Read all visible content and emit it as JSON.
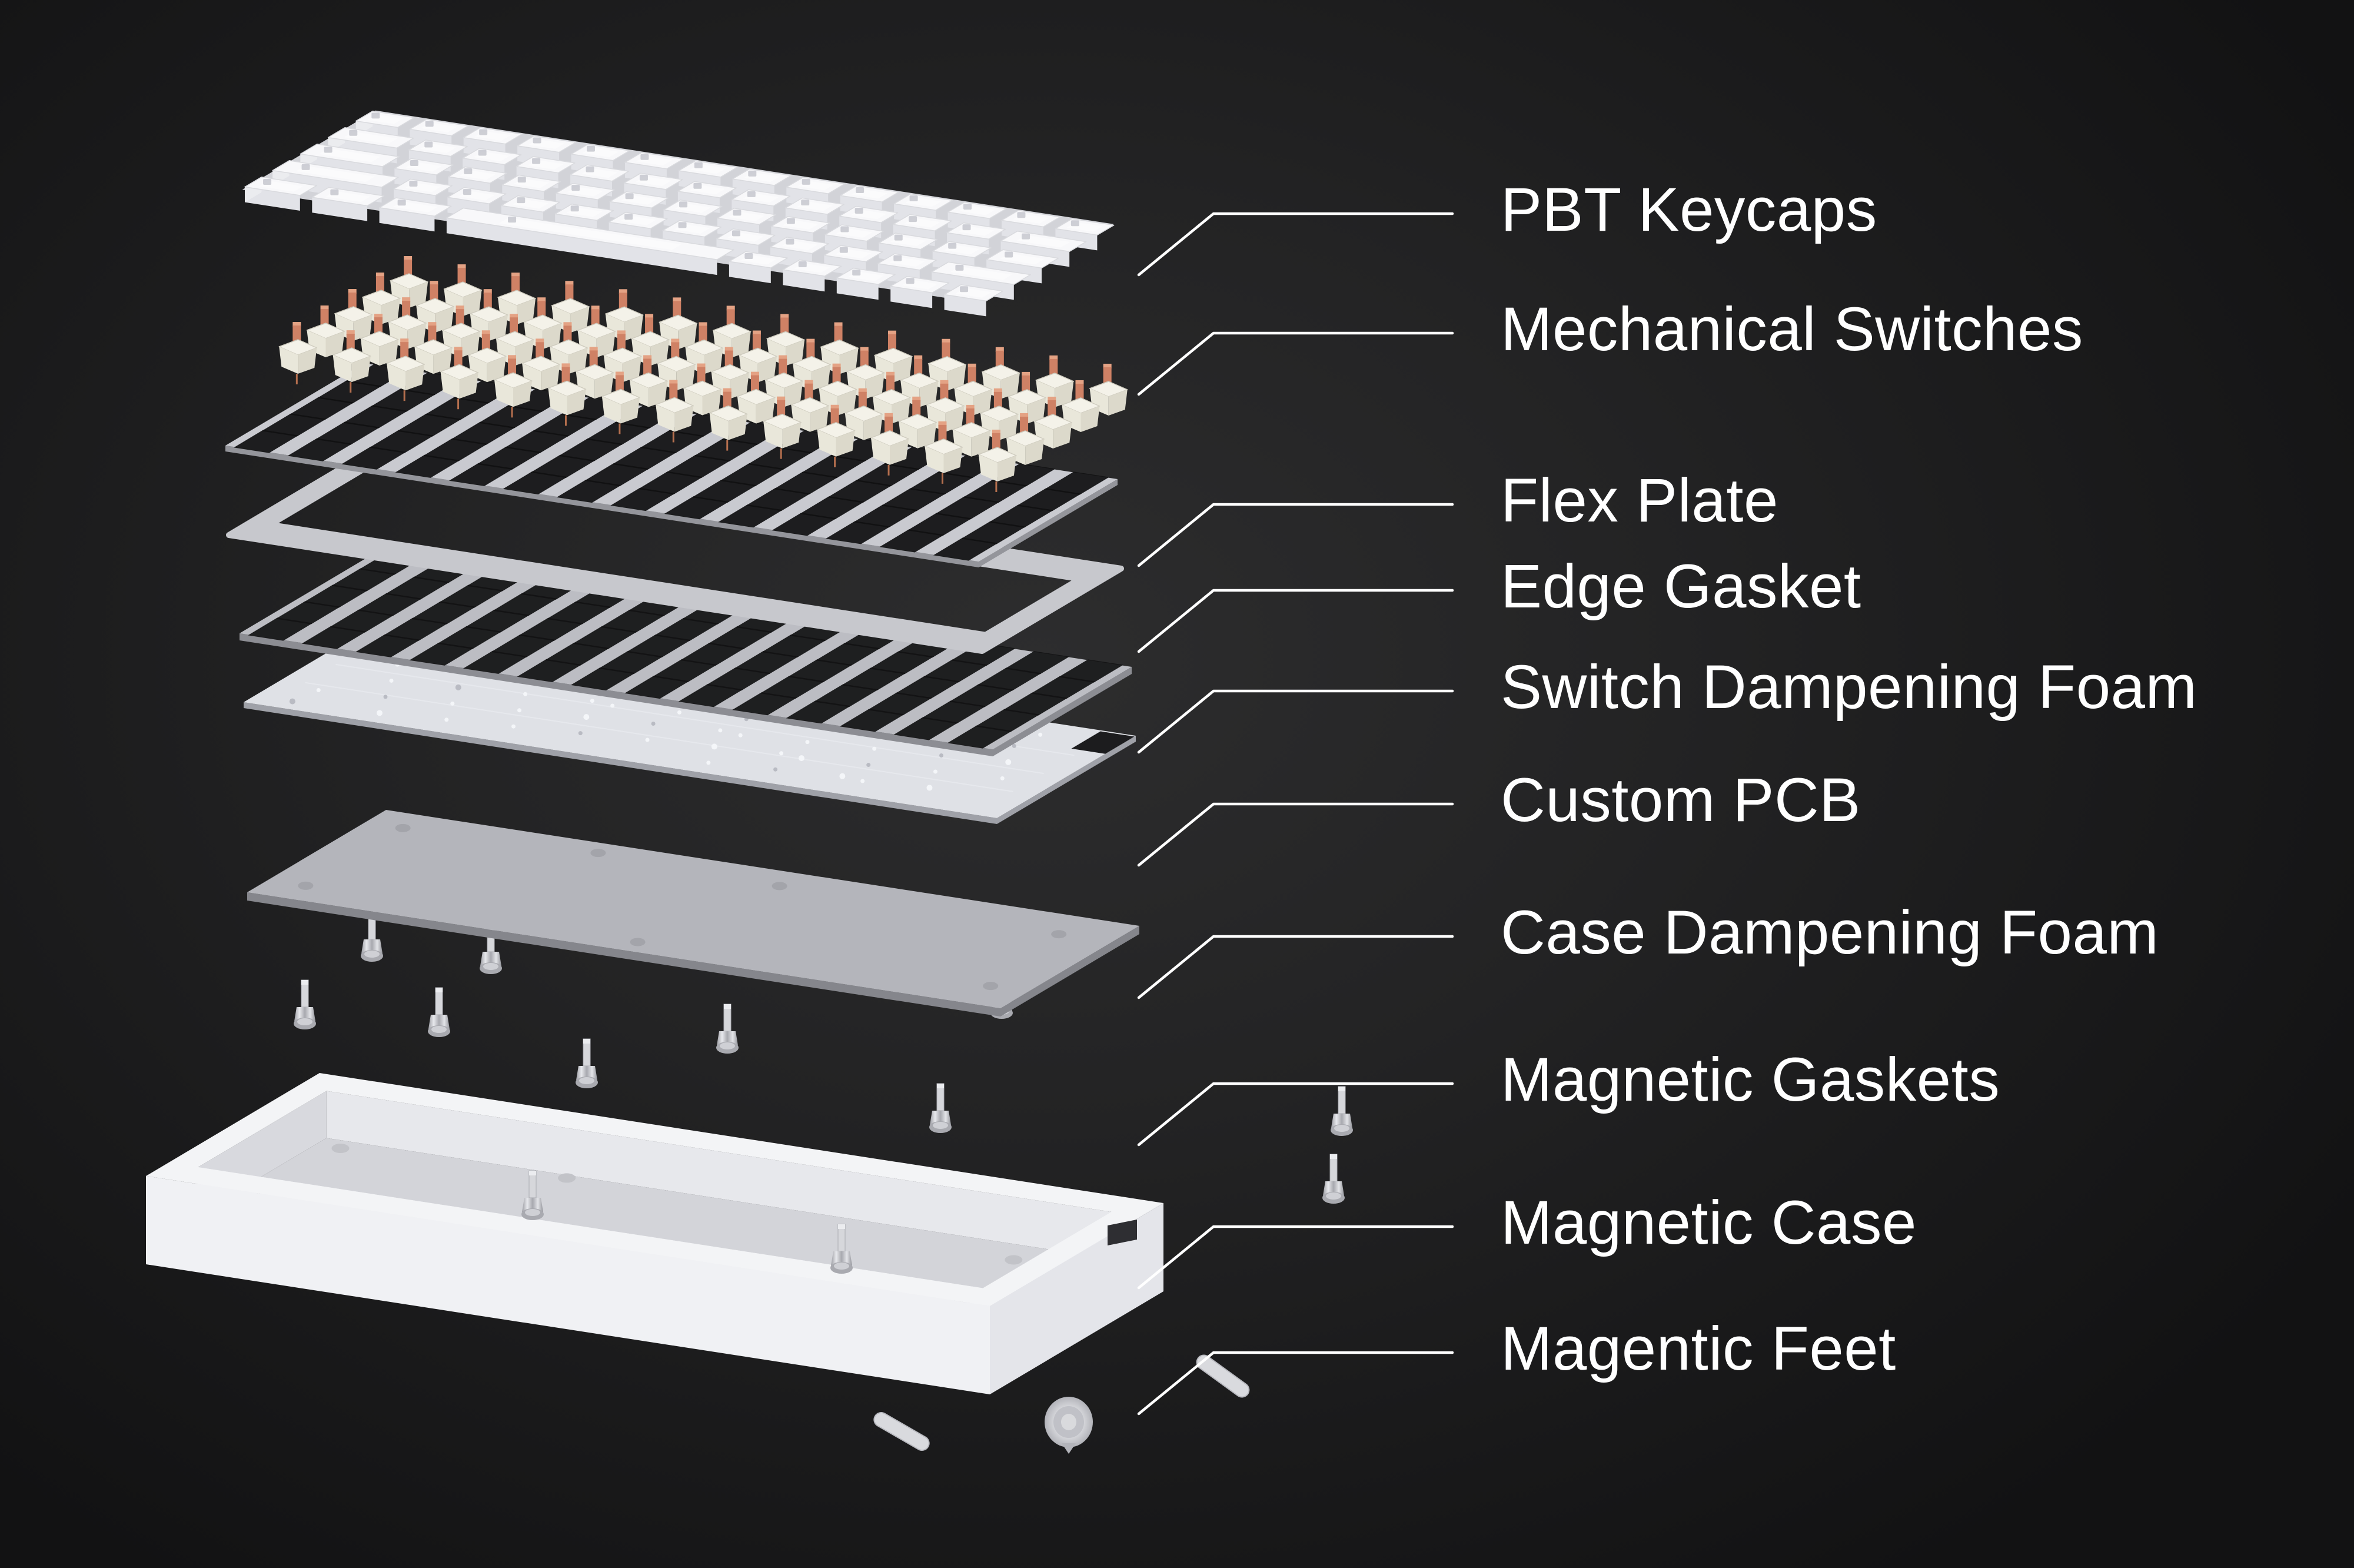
{
  "diagram": {
    "labels": [
      {
        "id": "pbt-keycaps",
        "text": "PBT Keycaps"
      },
      {
        "id": "mechanical-switches",
        "text": "Mechanical Switches"
      },
      {
        "id": "flex-plate",
        "text": "Flex Plate"
      },
      {
        "id": "edge-gasket",
        "text": "Edge Gasket"
      },
      {
        "id": "switch-dampening-foam",
        "text": "Switch Dampening Foam"
      },
      {
        "id": "custom-pcb",
        "text": "Custom PCB"
      },
      {
        "id": "case-dampening-foam",
        "text": "Case Dampening Foam"
      },
      {
        "id": "magnetic-gaskets",
        "text": "Magnetic Gaskets"
      },
      {
        "id": "magnetic-case",
        "text": "Magnetic Case"
      },
      {
        "id": "magentic-feet",
        "text": "Magentic Feet"
      }
    ],
    "colors": {
      "background": "#1b1b1c",
      "label_text": "#ffffff",
      "leader_line": "#ffffff",
      "keycap_top": "#f8f8fa",
      "keycap_front": "#e2e3e8",
      "keycap_side": "#ebecef",
      "keycap_base": "#d2d3d8",
      "switch_top": "#f4f2e9",
      "switch_left": "#e9e7da",
      "switch_right": "#dcd9cb",
      "switch_stem": "#cf8165",
      "switch_stem_cap": "#e4a284",
      "plate": "#c9cad0",
      "plate_edge": "#94959b",
      "hole": "#121213",
      "gasket": "#c7c8cd",
      "foam": "#bcbdc3",
      "foam_edge": "#8c8d93",
      "pcb": "#dfe1e6",
      "pcb_edge": "#9fa1a8",
      "case_foam": "#b4b5bb",
      "case_foam_edge": "#85868c",
      "case_rim": "#f3f4f6",
      "case_wall_left": "#f0f1f4",
      "case_wall_right": "#e4e5ea",
      "case_floor": "#d3d4d9",
      "standoff_shaft": "#d6d7db",
      "feet": "#d9dade"
    }
  }
}
